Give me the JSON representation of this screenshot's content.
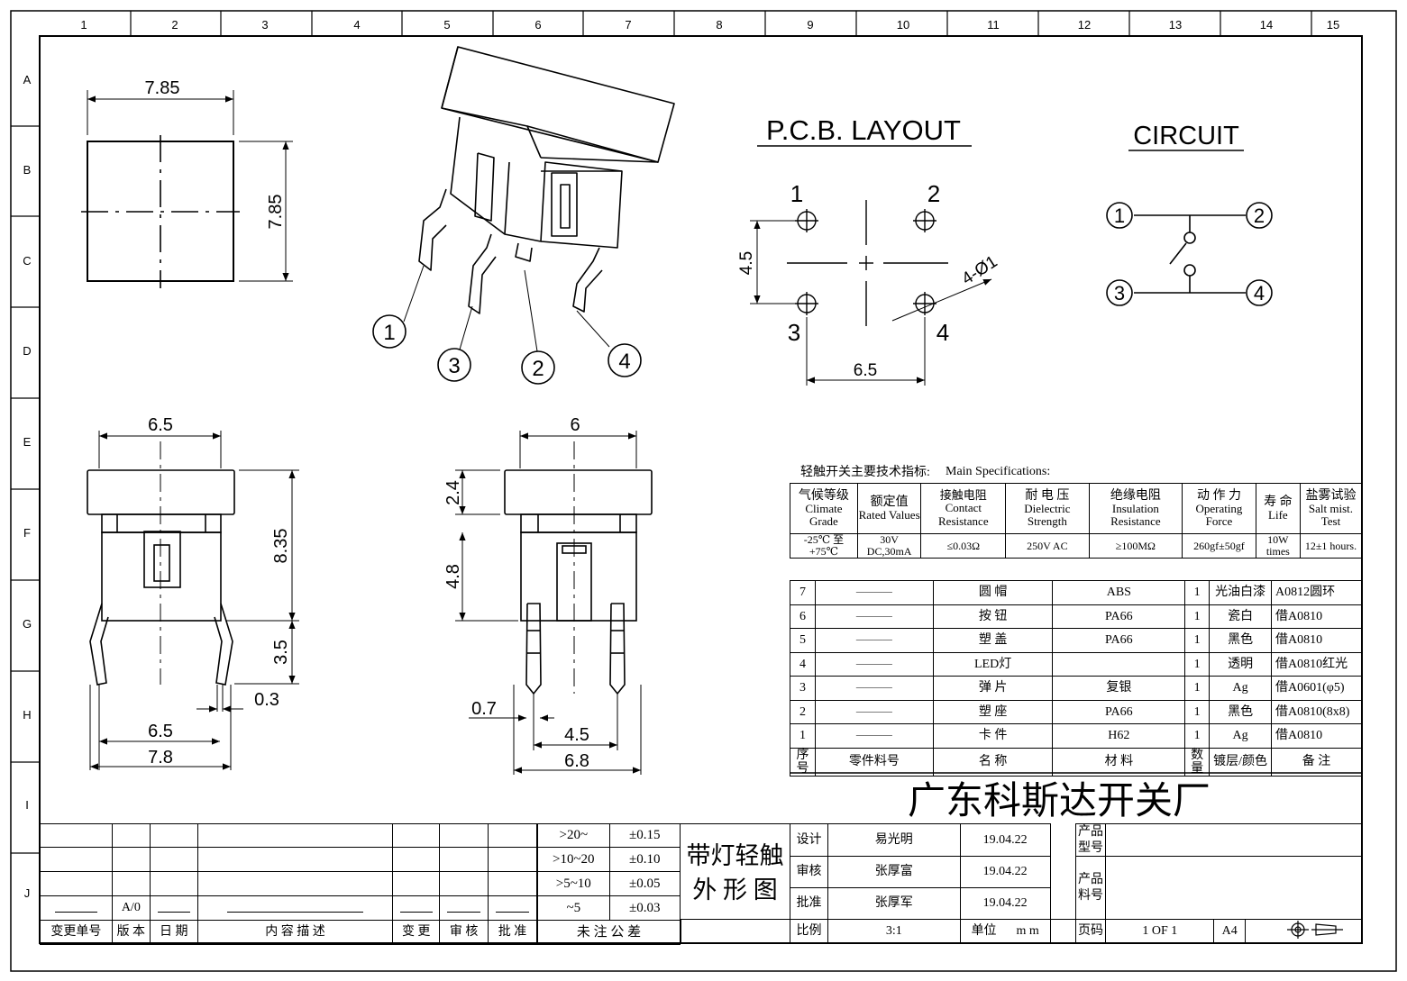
{
  "grid": {
    "columns": [
      "1",
      "2",
      "3",
      "4",
      "5",
      "6",
      "7",
      "8",
      "9",
      "10",
      "11",
      "12",
      "13",
      "14",
      "15"
    ],
    "rows": [
      "A",
      "B",
      "C",
      "D",
      "E",
      "F",
      "G",
      "H",
      "I",
      "J"
    ]
  },
  "top_view": {
    "width": "7.85",
    "height": "7.85"
  },
  "iso_view": {
    "pins": [
      "1",
      "3",
      "2",
      "4"
    ]
  },
  "pcb_layout": {
    "title": "P.C.B. LAYOUT",
    "pins": [
      "1",
      "2",
      "3",
      "4"
    ],
    "dim_vertical": "4.5",
    "dim_horizontal": "6.5",
    "hole_label": "4-Ø1"
  },
  "circuit": {
    "title": "CIRCUIT",
    "pins": [
      "1",
      "2",
      "3",
      "4"
    ]
  },
  "front_view": {
    "top_width": "6.5",
    "height_body": "8.35",
    "pin_length": "3.5",
    "pin_thickness": "0.3",
    "pin_spacing": "6.5",
    "total_width": "7.8"
  },
  "side_view": {
    "top_width": "6",
    "cap_height": "2.4",
    "body_height": "4.8",
    "pin_width": "0.7",
    "pin_spacing": "4.5",
    "total_width": "6.8"
  },
  "specs": {
    "heading_cn": "轻触开关主要技术指标:",
    "heading_en": "Main Specifications:",
    "columns": [
      {
        "cn": "气候等级",
        "en": "Climate Grade",
        "value": "-25℃ 至 +75℃"
      },
      {
        "cn": "额定值",
        "en": "Rated Values",
        "value": "30V DC,30mA"
      },
      {
        "cn": "接触电阻",
        "en": "Contact Resistance",
        "value": "≤0.03Ω"
      },
      {
        "cn": "耐 电 压",
        "en": "Dielectric Strength",
        "value": "250V AC"
      },
      {
        "cn": "绝缘电阻",
        "en": "Insulation Resistance",
        "value": "≥100MΩ"
      },
      {
        "cn": "动 作 力",
        "en": "Operating Force",
        "value": "260gf±50gf"
      },
      {
        "cn": "寿  命",
        "en": "Life",
        "value": "10W times"
      },
      {
        "cn": "盐雾试验",
        "en": "Salt mist. Test",
        "value": "12±1 hours."
      }
    ]
  },
  "bom": {
    "rows": [
      {
        "no": "7",
        "part": "————",
        "name": "圆 帽",
        "material": "ABS",
        "qty": "1",
        "finish": "光油白漆",
        "note": "A0812圆环"
      },
      {
        "no": "6",
        "part": "————",
        "name": "按 钮",
        "material": "PA66",
        "qty": "1",
        "finish": "瓷白",
        "note": "借A0810"
      },
      {
        "no": "5",
        "part": "————",
        "name": "塑 盖",
        "material": "PA66",
        "qty": "1",
        "finish": "黑色",
        "note": "借A0810"
      },
      {
        "no": "4",
        "part": "————",
        "name": "LED灯",
        "material": "",
        "qty": "1",
        "finish": "透明",
        "note": "借A0810红光"
      },
      {
        "no": "3",
        "part": "————",
        "name": "弹 片",
        "material": "复银",
        "qty": "1",
        "finish": "Ag",
        "note": "借A0601(φ5)"
      },
      {
        "no": "2",
        "part": "————",
        "name": "塑 座",
        "material": "PA66",
        "qty": "1",
        "finish": "黑色",
        "note": "借A0810(8x8)"
      },
      {
        "no": "1",
        "part": "————",
        "name": "卡 件",
        "material": "H62",
        "qty": "1",
        "finish": "Ag",
        "note": "借A0810"
      }
    ],
    "header": {
      "no": "序号",
      "part": "零件料号",
      "name": "名 称",
      "material": "材 料",
      "qty": "数量",
      "finish": "镀层/颜色",
      "note": "备 注"
    }
  },
  "company": "广东科斯达开关厂",
  "title_block": {
    "design_label": "设计",
    "design_name": "易光明",
    "design_date": "19.04.22",
    "check_label": "审核",
    "check_name": "张厚富",
    "check_date": "19.04.22",
    "approve_label": "批准",
    "approve_name": "张厚军",
    "approve_date": "19.04.22",
    "product_model_label": "产品型号",
    "product_code_label": "产品料号",
    "scale_label": "比例",
    "scale_value": "3:1",
    "unit_label": "单位",
    "unit_value": "m m",
    "page_label": "页码",
    "page_value": "1 OF 1",
    "size_value": "A4"
  },
  "drawing_title": [
    "带灯轻触",
    "外 形 图"
  ],
  "tolerance": {
    "rows": [
      {
        "range": ">20~",
        "tol": "±0.15"
      },
      {
        "range": ">10~20",
        "tol": "±0.10"
      },
      {
        "range": ">5~10",
        "tol": "±0.05"
      },
      {
        "range": "~5",
        "tol": "±0.03"
      }
    ],
    "label": "未 注 公 差"
  },
  "revision": {
    "version": "A/0",
    "headers": [
      "变更单号",
      "版 本",
      "日 期",
      "内 容 描 述",
      "变 更",
      "审 核",
      "批 准"
    ]
  }
}
